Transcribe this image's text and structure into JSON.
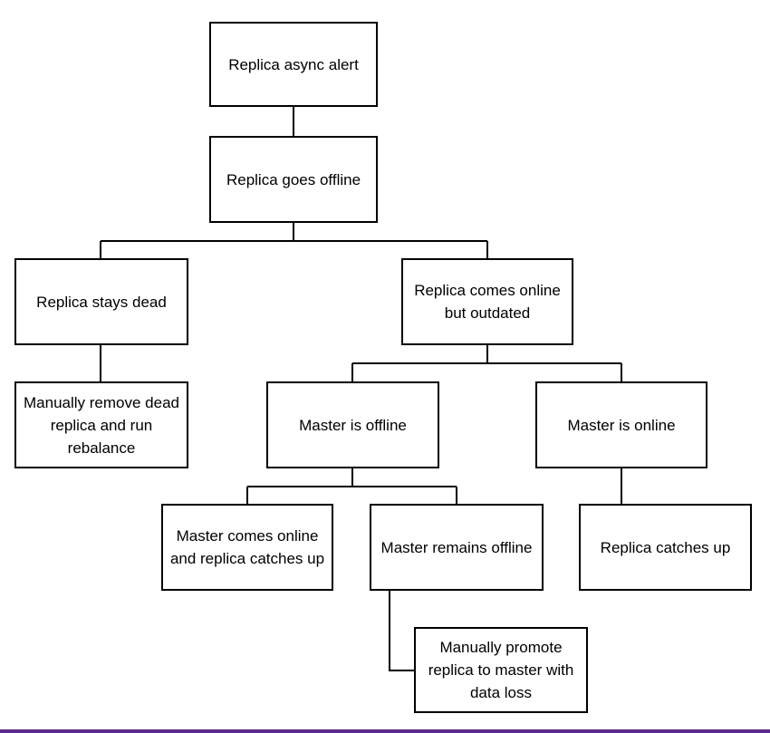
{
  "diagram": {
    "nodes": {
      "n1": "Replica async alert",
      "n2": "Replica goes offline",
      "n3": "Replica stays dead",
      "n4": "Replica comes online but outdated",
      "n5": "Manually remove dead replica and run rebalance",
      "n6": "Master is offline",
      "n7": "Master is online",
      "n8": "Master comes online and replica catches up",
      "n9": "Master remains offline",
      "n10": "Replica catches up",
      "n11": "Manually promote replica to master with data loss"
    },
    "edges": [
      [
        "n1",
        "n2"
      ],
      [
        "n2",
        "n3"
      ],
      [
        "n2",
        "n4"
      ],
      [
        "n3",
        "n5"
      ],
      [
        "n4",
        "n6"
      ],
      [
        "n4",
        "n7"
      ],
      [
        "n6",
        "n8"
      ],
      [
        "n6",
        "n9"
      ],
      [
        "n7",
        "n10"
      ],
      [
        "n9",
        "n11"
      ]
    ]
  },
  "colors": {
    "line": "#000000",
    "box_border": "#000000",
    "accent_bar": "#5a2a8c"
  }
}
